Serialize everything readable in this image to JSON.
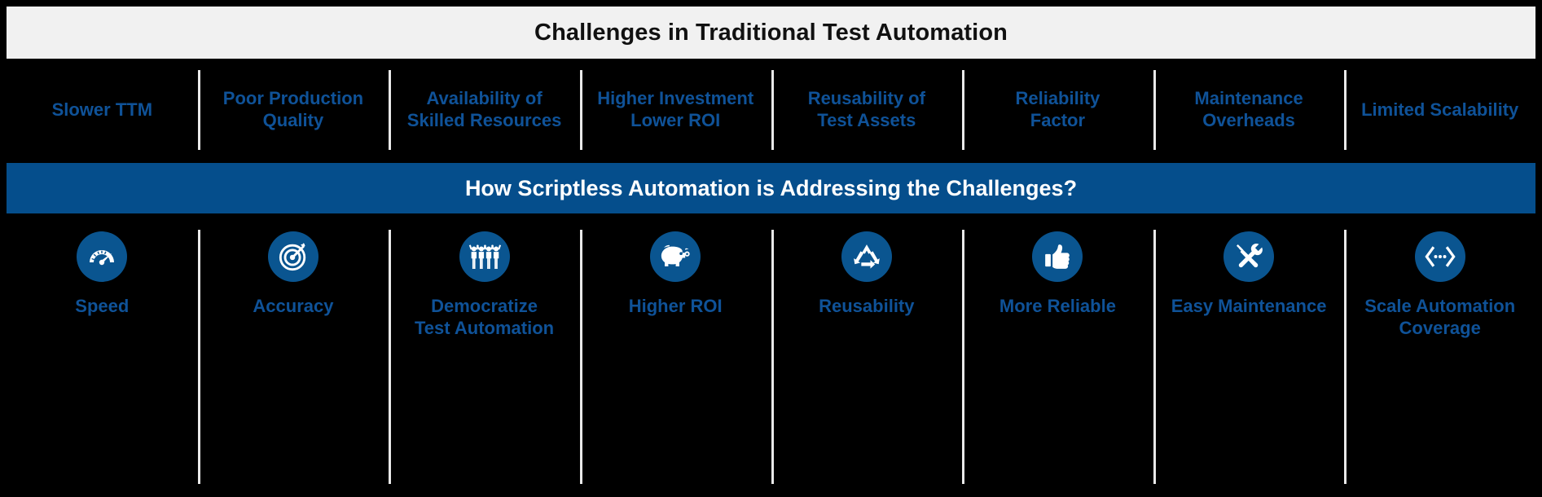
{
  "header": {
    "title": "Challenges in Traditional Test Automation",
    "background_color": "#f1f1f1",
    "text_color": "#111111"
  },
  "banner": {
    "title": "How Scriptless Automation is Addressing the Challenges?",
    "background_color": "#054e8c",
    "text_color": "#ffffff"
  },
  "theme": {
    "page_background": "#000000",
    "accent_blue": "#0f5298",
    "icon_circle_blue": "#0a5590",
    "divider_color": "#e9e9e9"
  },
  "challenges": [
    {
      "line1": "Slower TTM",
      "line2": ""
    },
    {
      "line1": "Poor Production",
      "line2": "Quality"
    },
    {
      "line1": "Availability of",
      "line2": "Skilled Resources"
    },
    {
      "line1": "Higher Investment",
      "line2": "Lower ROI"
    },
    {
      "line1": "Reusability of",
      "line2": "Test Assets"
    },
    {
      "line1": "Reliability",
      "line2": "Factor"
    },
    {
      "line1": "Maintenance",
      "line2": "Overheads"
    },
    {
      "line1": "Limited Scalability",
      "line2": ""
    }
  ],
  "benefits": [
    {
      "icon": "speedometer-icon",
      "line1": "Speed",
      "line2": ""
    },
    {
      "icon": "target-arrow-icon",
      "line1": "Accuracy",
      "line2": ""
    },
    {
      "icon": "people-group-icon",
      "line1": "Democratize",
      "line2": "Test Automation"
    },
    {
      "icon": "piggy-bank-icon",
      "line1": "Higher ROI",
      "line2": ""
    },
    {
      "icon": "recycle-icon",
      "line1": "Reusability",
      "line2": ""
    },
    {
      "icon": "thumbs-up-icon",
      "line1": "More Reliable",
      "line2": ""
    },
    {
      "icon": "tools-wrench-screwdriver-icon",
      "line1": "Easy Maintenance",
      "line2": ""
    },
    {
      "icon": "code-expand-arrows-icon",
      "line1": "Scale Automation",
      "line2": "Coverage"
    }
  ]
}
